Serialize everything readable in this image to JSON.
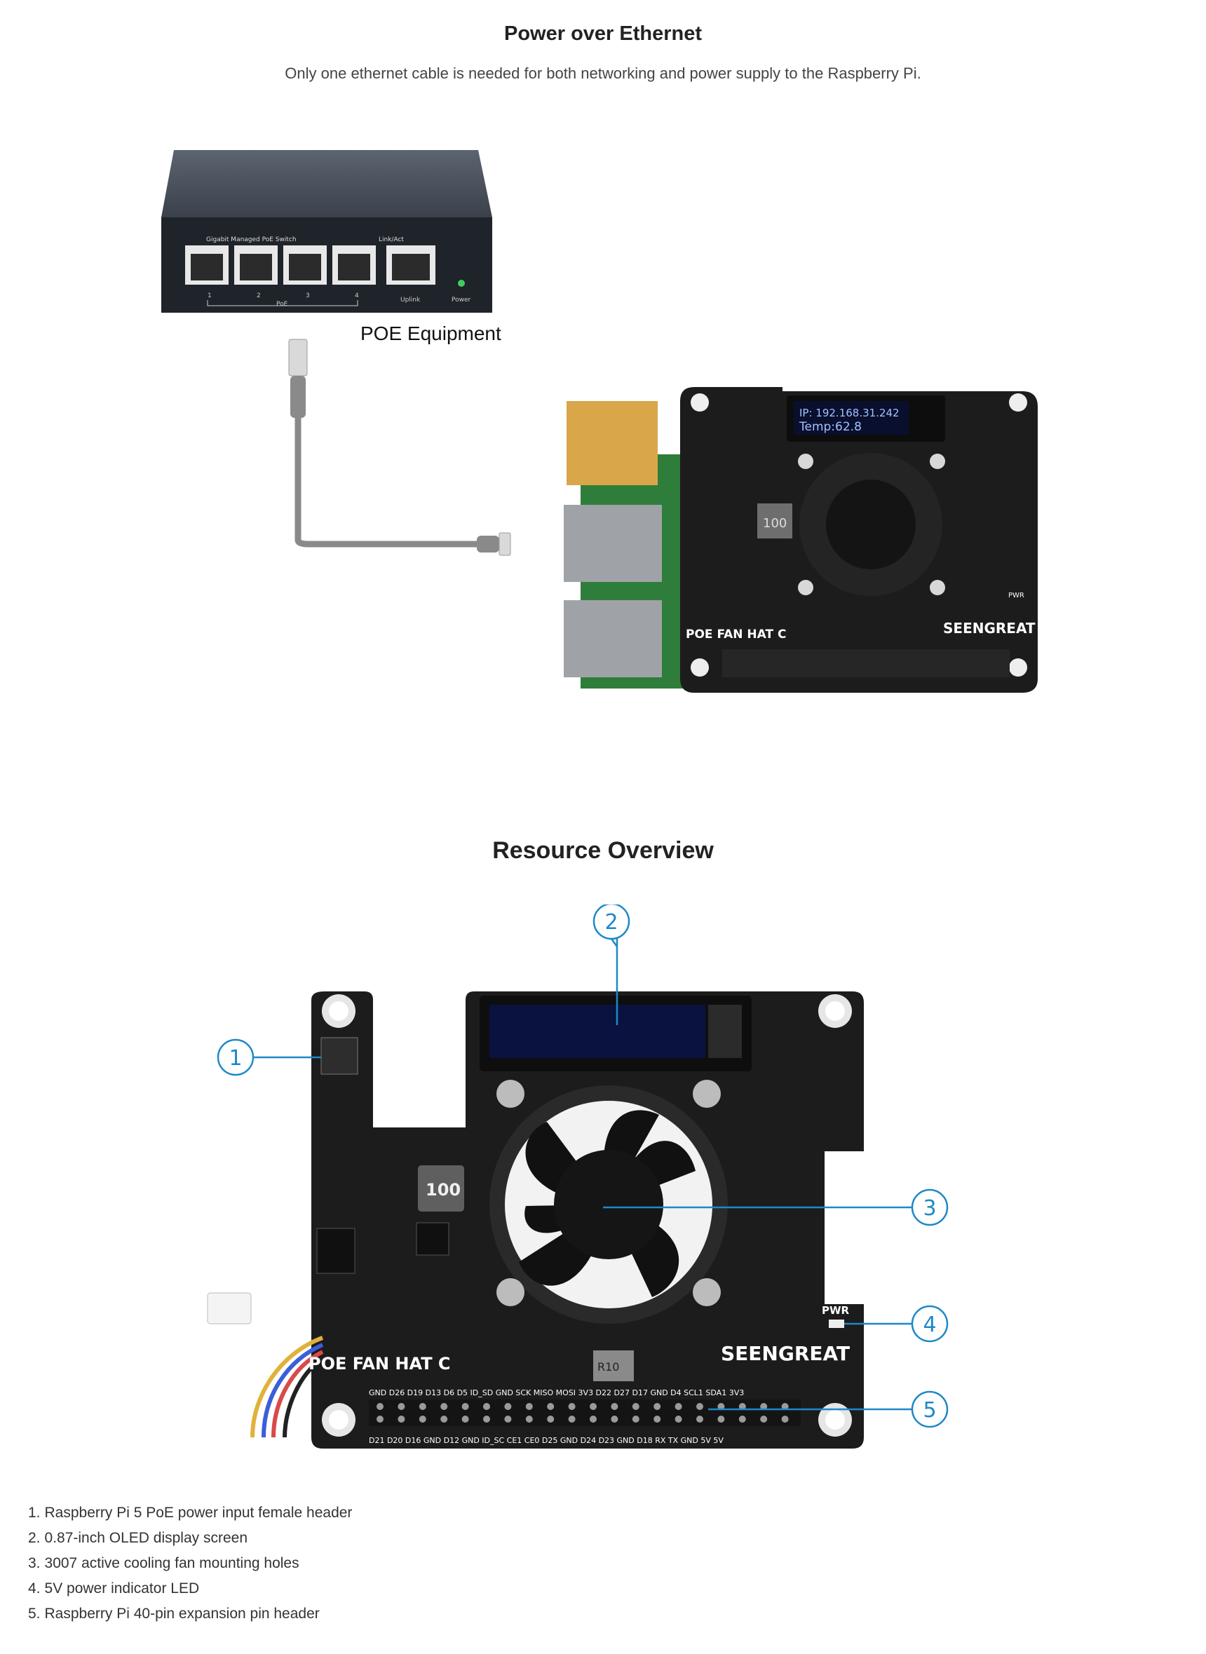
{
  "poe_section": {
    "title": "Power over Ethernet",
    "subtitle": "Only one ethernet cable is needed for both networking and power supply to the Raspberry Pi.",
    "poe_label": "POE Equipment",
    "switch": {
      "model_text": "Gigabit Managed PoE Switch",
      "link_text": "Link/Act",
      "port_numbers": [
        "1",
        "2",
        "3",
        "4"
      ],
      "poe_text": "PoE",
      "uplink_text": "Uplink",
      "power_text": "Power"
    },
    "oled": {
      "line1": "IP: 192.168.31.242",
      "line2": "Temp:62.8"
    },
    "board_text": {
      "name": "POE FAN HAT C",
      "brand": "SEENGREAT",
      "pwr": "PWR",
      "inductor": "100"
    }
  },
  "resource_section": {
    "title": "Resource Overview",
    "callouts": [
      "1",
      "2",
      "3",
      "4",
      "5"
    ],
    "board_text": {
      "name": "POE FAN HAT C",
      "brand": "SEENGREAT",
      "pwr": "PWR",
      "inductor": "100",
      "r10": "R10",
      "top_pins": "GND D26 D19 D13  D6   D5  ID_SD GND SCK MISO MOSI 3V3 D22 D27 D17 GND  D4 SCL1 SDA1 3V3",
      "bottom_pins": "D21 D20 D16 GND D12 GND ID_SC CE1 CE0 D25 GND D24 D23 GND D18  RX   TX  GND  5V   5V"
    },
    "features": [
      {
        "num": "1.",
        "text": "Raspberry Pi 5 PoE power input female header"
      },
      {
        "num": "2.",
        "text": "0.87-inch OLED display screen"
      },
      {
        "num": "3.",
        "text": "3007 active cooling fan mounting holes"
      },
      {
        "num": "4.",
        "text": "5V power indicator LED"
      },
      {
        "num": "5.",
        "text": "Raspberry Pi 40-pin expansion pin header"
      }
    ]
  },
  "colors": {
    "callout": "#1e88c8",
    "board": "#1c1c1c",
    "oled_text": "#7fb2ff"
  }
}
